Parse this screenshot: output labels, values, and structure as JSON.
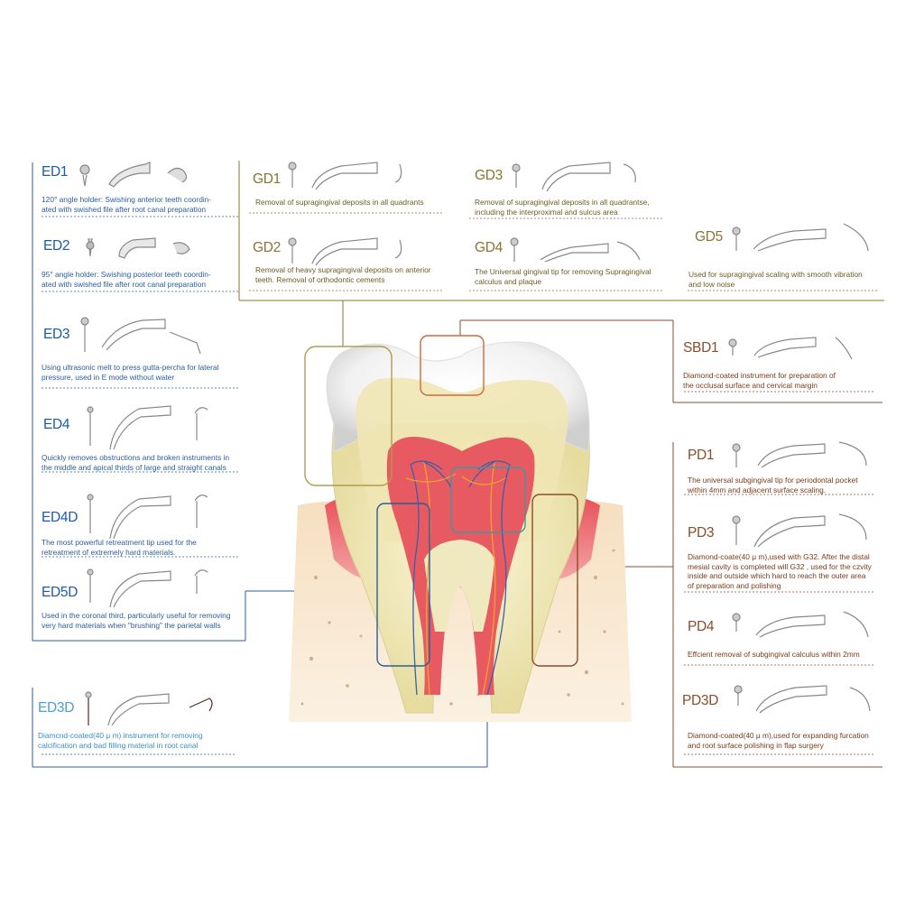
{
  "colors": {
    "ed": "#1c5aa8",
    "gd": "#8c7330",
    "pd": "#8a4d2a",
    "ed3d": "#4a9fd4"
  },
  "ed": [
    {
      "code": "ED1",
      "desc": [
        "120° angle holder: Swishing anterior teeth coordin-",
        "ated with swished file after root canal preparation"
      ]
    },
    {
      "code": "ED2",
      "desc": [
        "95° angle holder: Swishing posterior teeth coordin-",
        "ated with swished file after root canal preparation"
      ]
    },
    {
      "code": "ED3",
      "desc": [
        "Using ultrasonic melt to press gutta-percha for lateral",
        "pressure, used in E mode without water"
      ]
    },
    {
      "code": "ED4",
      "desc": [
        "Quickly removes obstructions and broken instruments in",
        "the middle and apical thirds of large and straight canals"
      ]
    },
    {
      "code": "ED4D",
      "desc": [
        "The most powerful retreatment tip used for the",
        "retreatment of extremely hard materials."
      ]
    },
    {
      "code": "ED5D",
      "desc": [
        "Used in the coronal third, particularly useful for removing",
        "very hard materials when \"brushing\" the parietal walls"
      ]
    },
    {
      "code": "ED3D",
      "desc": [
        "Diamcnd-coated(40 μ m) instrument for removing",
        "calcification and bad filling material in root canal"
      ]
    }
  ],
  "gd": [
    {
      "code": "GD1",
      "desc": [
        "Removal of supragingival deposits in all quadrants"
      ]
    },
    {
      "code": "GD3",
      "desc": [
        "Removal of supragingival deposits in all quadrantse,",
        "including the interproximal and sulcus area"
      ]
    },
    {
      "code": "GD2",
      "desc": [
        "Removal of heavy supragingival deposits on anterior",
        "teeth. Removal of orthodontic cements"
      ]
    },
    {
      "code": "GD4",
      "desc": [
        "The Universal gingival tip for removing Supragingival",
        "calculus and plaque"
      ]
    },
    {
      "code": "GD5",
      "desc": [
        "Used for supragingival scaling with smooth vibration",
        "and low noise"
      ]
    }
  ],
  "sbd": {
    "code": "SBD1",
    "desc": [
      "Diamond-coated instrument for preparation of",
      "the occlusal surface and cervical margin"
    ]
  },
  "pd": [
    {
      "code": "PD1",
      "desc": [
        "The universal subgingival tip for periodontal pocket",
        "within 4mm and adjacent surface scaling."
      ]
    },
    {
      "code": "PD3",
      "desc": [
        "Diamond-coate(40 μ m),used with G32. After the distal",
        "mesial cavity is completed will G32 , used for the czvity",
        "inside and outside which hard to reach the outer area",
        "of preparation and polishing"
      ]
    },
    {
      "code": "PD4",
      "desc": [
        "Effcient removal of subgingival calculus within 2mm"
      ]
    },
    {
      "code": "PD3D",
      "desc": [
        "Diamond-coated(40 μ m),used for expanding furcation",
        "and root surface polishing in flap surgery"
      ]
    }
  ]
}
